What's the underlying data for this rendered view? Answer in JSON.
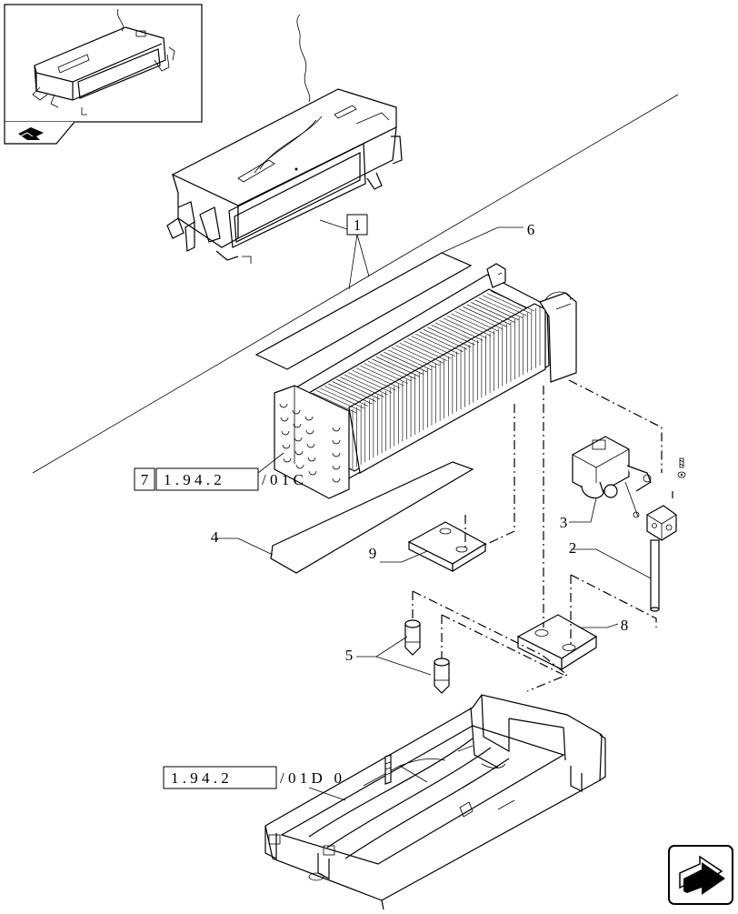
{
  "inset": {
    "label": "inset-view"
  },
  "callouts": {
    "c1": "1",
    "c2": "2",
    "c3": "3",
    "c4": "4",
    "c5": "5",
    "c6": "6",
    "c8": "8",
    "c9": "9"
  },
  "refs": {
    "ref_upper_prefix": "7",
    "ref_upper_main": "1 . 9 4 . 2",
    "ref_upper_suffix": "/ 0 1 C",
    "ref_lower_main": "1 . 9 4 . 2",
    "ref_lower_suffix": "/ 0 1 D   0"
  },
  "nav": {
    "icon": "next-page-arrow-icon"
  },
  "colors": {
    "line": "#000000",
    "background": "#ffffff"
  }
}
